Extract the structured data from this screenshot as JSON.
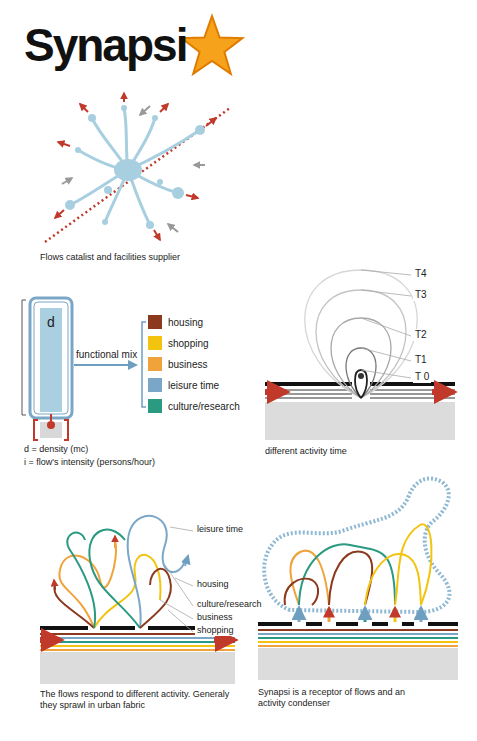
{
  "diagram": {
    "title": "Synapsi",
    "nodes": [
      {
        "text": [
          "d"
        ]
      }
    ],
    "labels": [
      "Flows catalist and facilities supplier",
      "functional mix",
      "d = density (mc)",
      "i = flow's intensity (persons/hour)",
      "T4",
      "T3",
      "T2",
      "T1",
      "T 0",
      "different activity time",
      "leisure time",
      "housing",
      "culture/research",
      "business",
      "shopping",
      "The flows respond to different activity. Generaly they sprawl in urban fabric",
      "Synapsi is a receptor of flows and an activity condenser"
    ],
    "legend": [
      {
        "text": "housing",
        "color": "#8b3a1e"
      },
      {
        "text": "shopping",
        "color": "#f2c40f"
      },
      {
        "text": "business",
        "color": "#f0a33a"
      },
      {
        "text": "leisure time",
        "color": "#7aa7c7"
      },
      {
        "text": "culture/research",
        "color": "#2a9a80"
      }
    ]
  }
}
